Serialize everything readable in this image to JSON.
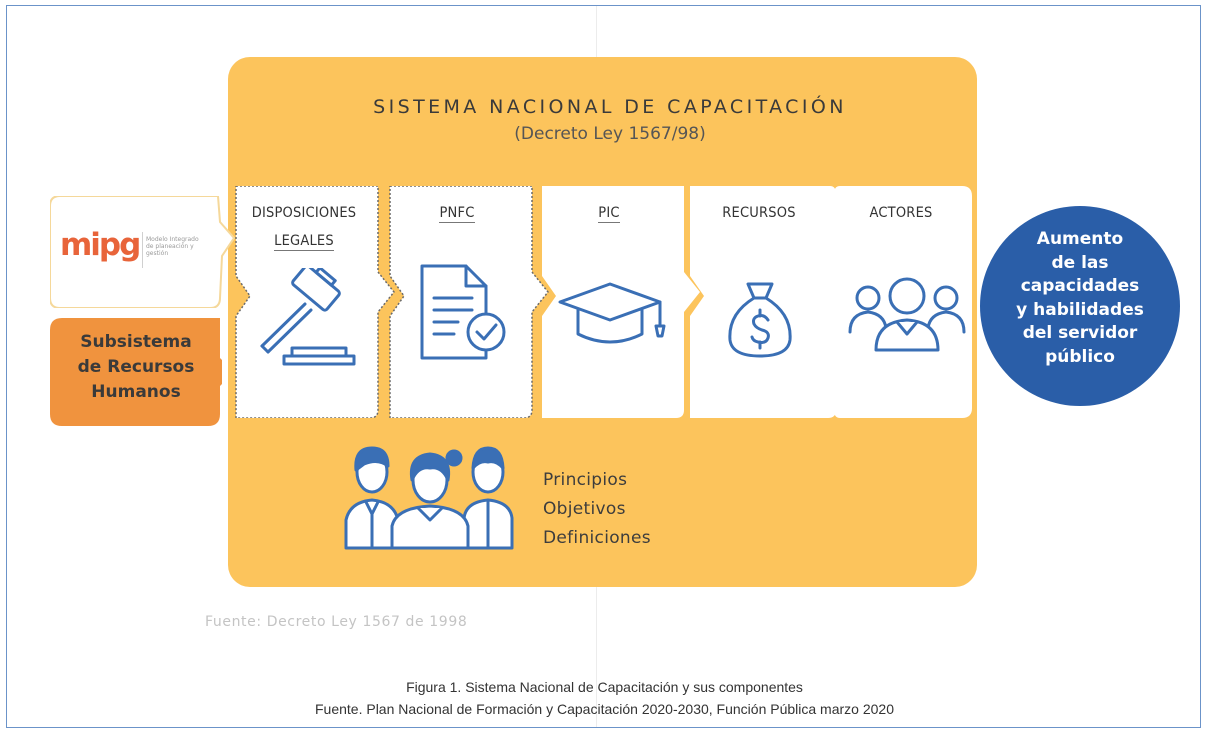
{
  "title": "SISTEMA NACIONAL DE CAPACITACIÓN",
  "subtitle": "(Decreto Ley 1567/98)",
  "left": {
    "logo_text": "mipg",
    "logo_tagline": "Modelo Integrado de planeación y gestión",
    "subsistema_lines": [
      "Subsistema",
      "de Recursos",
      "Humanos"
    ]
  },
  "components": [
    {
      "label_lines": [
        "DISPOSICIONES",
        "LEGALES"
      ],
      "icon": "gavel-icon"
    },
    {
      "label_lines": [
        "PNFC"
      ],
      "icon": "document-check-icon"
    },
    {
      "label_lines": [
        "PIC"
      ],
      "icon": "graduation-cap-icon"
    },
    {
      "label_lines": [
        "RECURSOS"
      ],
      "icon": "money-bag-icon"
    },
    {
      "label_lines": [
        "ACTORES"
      ],
      "icon": "group-icon"
    }
  ],
  "bottom_list": [
    "Principios",
    "Objetivos",
    "Definiciones"
  ],
  "outcome_lines": [
    "Aumento",
    "de las",
    "capacidades",
    "y habilidades",
    "del servidor",
    "público"
  ],
  "source_inner": "Fuente: Decreto Ley 1567 de 1998",
  "caption": {
    "figure": "Figura 1. Sistema Nacional de Capacitación y sus componentes",
    "source": "Fuente. Plan Nacional de Formación y Capacitación 2020-2030, Función Pública marzo 2020"
  },
  "colors": {
    "panel": "#fcc45c",
    "subsistema": "#f0933e",
    "outcome": "#2a5ea8",
    "icon_stroke": "#3a6fb5",
    "chevron_fill": "#ffffff"
  }
}
